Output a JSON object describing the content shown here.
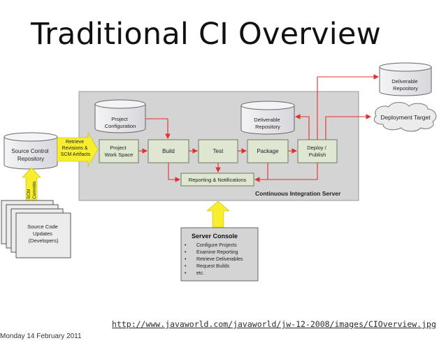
{
  "title": "Traditional CI Overview",
  "url": "http://www.javaworld.com/javaworld/jw-12-2008/images/CIOverview.jpg",
  "date": "Monday 14 February 2011",
  "colors": {
    "box_fill": "#dfe6d2",
    "server_fill": "#d4d4d4",
    "arrow_red": "#e0302a",
    "arrow_yellow": "#f6ee2e",
    "db_fill": "#e8e8ec"
  },
  "diagram": {
    "server_label": "Continuous Integration Server",
    "source_repo": [
      "Source Control",
      "Repository"
    ],
    "retrieve": [
      "Retrieve",
      "Revisions &",
      "SCM Artifacts"
    ],
    "scm_commits": [
      "SCM",
      "Commits"
    ],
    "source_code": [
      "Source Code",
      "Updates",
      "(Developers)"
    ],
    "project_config": [
      "Project",
      "Configuration"
    ],
    "deliverable_repo_inner": [
      "Deliverable",
      "Repository"
    ],
    "deliverable_repo_outer": [
      "Deliverable",
      "Repository"
    ],
    "deployment_target": "Deployment Target",
    "project_workspace": [
      "Project",
      "Work Space"
    ],
    "build": "Build",
    "test": "Test",
    "package": "Package",
    "deploy": [
      "Deploy /",
      "Publish"
    ],
    "reporting": "Reporting & Notifications",
    "console_title": "Server Console",
    "console_items": [
      "Configure Projects",
      "Examine Reporting",
      "Retrieve Deliverables",
      "Request Builds",
      "etc."
    ]
  }
}
